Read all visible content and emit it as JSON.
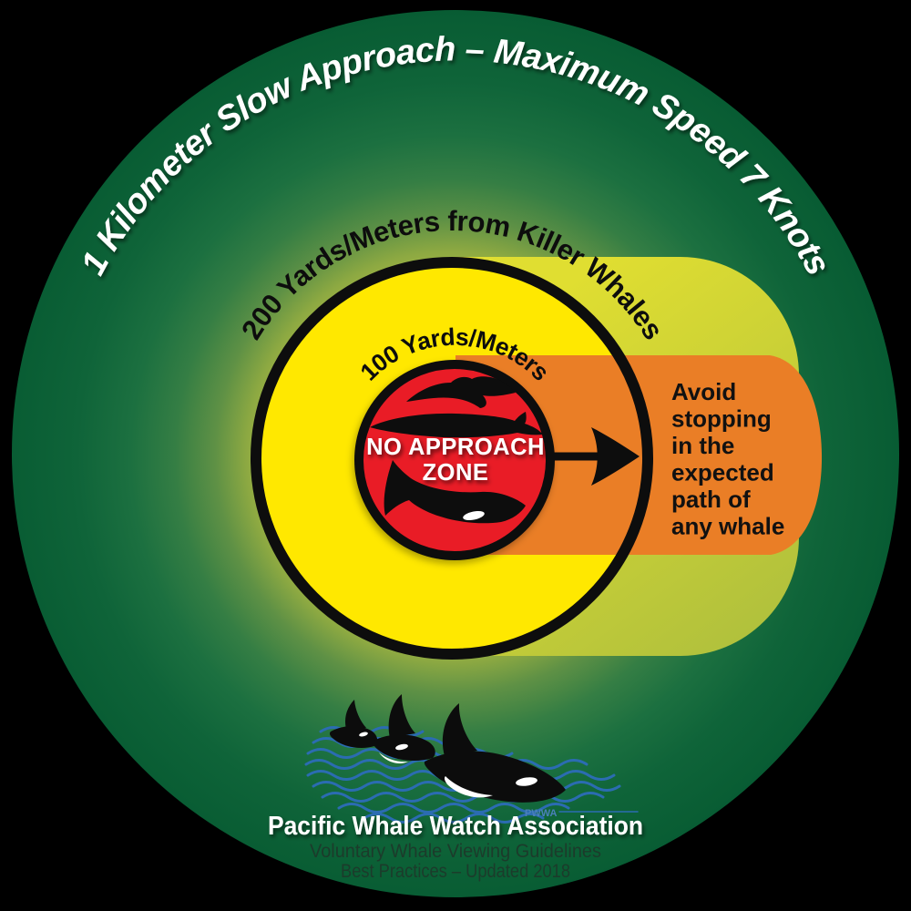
{
  "outer_ring": {
    "label": "1 Kilometer Slow Approach – Maximum Speed 7 Knots"
  },
  "ring_200": {
    "label": "200 Yards/Meters from Killer Whales"
  },
  "ring_100": {
    "label": "100 Yards/Meters"
  },
  "no_approach": {
    "line1": "NO APPROACH",
    "line2": "ZONE"
  },
  "avoid_note": {
    "lines": [
      "Avoid",
      "stopping",
      "in the",
      "expected",
      "path of",
      "any whale"
    ]
  },
  "logo": {
    "acronym": "PWWA"
  },
  "footer": {
    "org": "Pacific Whale Watch Association",
    "tagline": "Voluntary Whale Viewing Guidelines",
    "updated": "Best Practices – Updated 2018"
  },
  "colors": {
    "background": "#000000",
    "green_dark": "#0a6036",
    "green_glow": "#9db13f",
    "zone_yellow": "#ffe800",
    "band_light_yellow": "#c6cf38",
    "band_orange": "#ea7e26",
    "zone_red": "#e91c27",
    "wave_blue": "#2b6cb2",
    "text_white": "#ffffff",
    "text_black": "#0d0d0d",
    "footer_subtext": "#1c3b2b"
  }
}
